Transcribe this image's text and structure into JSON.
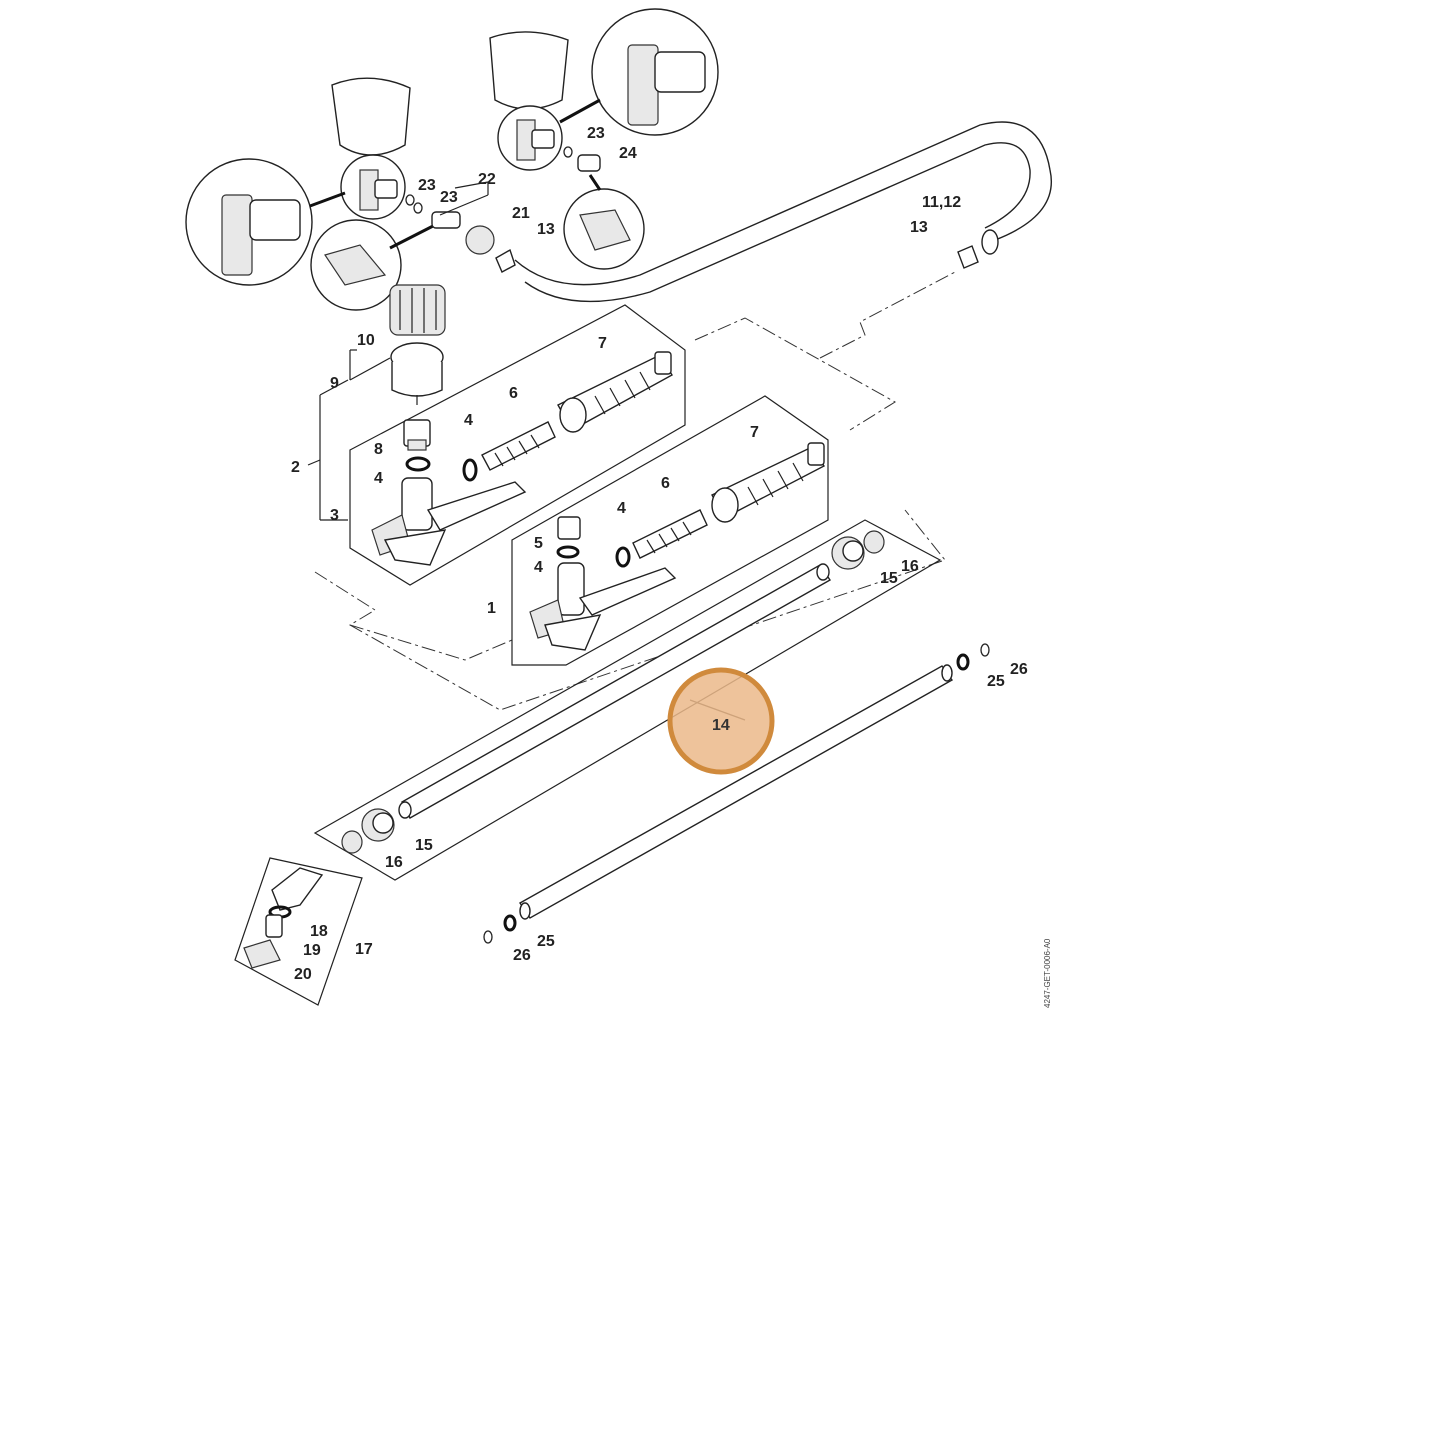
{
  "doc_id": "4247-GET-0006-A0",
  "highlight": {
    "label": "14",
    "color": "#d08a3c",
    "fill": "#ebb98a"
  },
  "labels": {
    "l1": "1",
    "l2": "2",
    "l3": "3",
    "l4a": "4",
    "l4b": "4",
    "l4c": "4",
    "l4d": "4",
    "l5": "5",
    "l6a": "6",
    "l6b": "6",
    "l7a": "7",
    "l7b": "7",
    "l8": "8",
    "l9": "9",
    "l10": "10",
    "l1112": "11,12",
    "l13a": "13",
    "l13b": "13",
    "l14": "14",
    "l15a": "15",
    "l15b": "15",
    "l16a": "16",
    "l16b": "16",
    "l17": "17",
    "l18": "18",
    "l19": "19",
    "l20": "20",
    "l21": "21",
    "l22": "22",
    "l23a": "23",
    "l23b": "23",
    "l23c": "23",
    "l24": "24",
    "l25a": "25",
    "l25b": "25",
    "l26a": "26",
    "l26b": "26"
  }
}
